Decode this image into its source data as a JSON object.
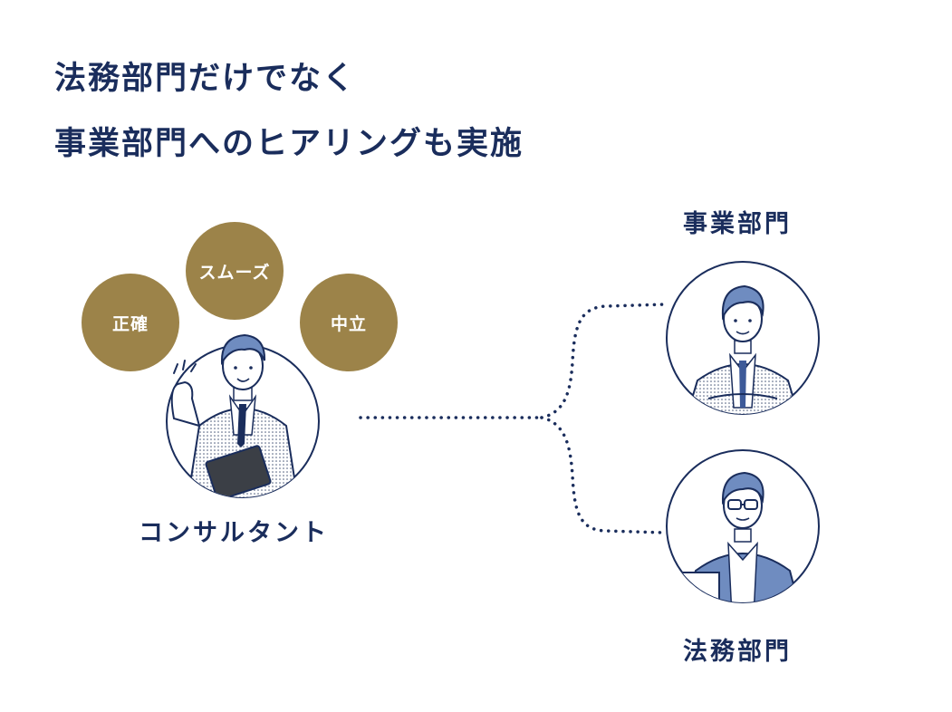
{
  "heading": {
    "line1": "法務部門だけでなく",
    "line2": "事業部門へのヒアリングも実施"
  },
  "traits": [
    "正確",
    "スムーズ",
    "中立"
  ],
  "consultant": {
    "label": "コンサルタント"
  },
  "departments": {
    "business": "事業部門",
    "legal": "法務部門"
  },
  "colors": {
    "navy": "#1a2d5c",
    "gold": "#9c8349",
    "suit_blue": "#6f8cc0"
  }
}
